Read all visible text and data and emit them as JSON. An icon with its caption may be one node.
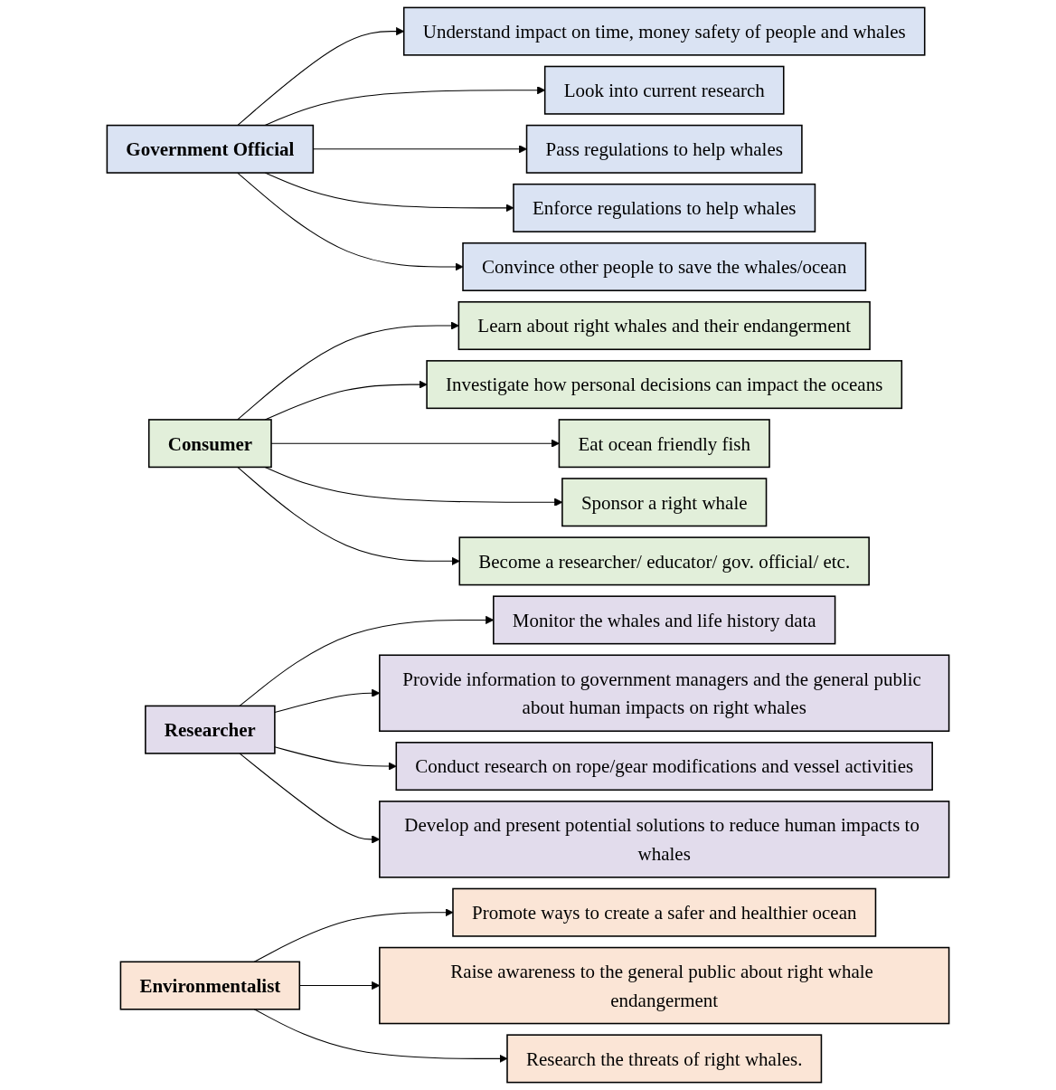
{
  "diagram": {
    "nodes": [
      {
        "text": [
          "Government Official"
        ]
      },
      {
        "text": [
          "Understand impact on time, money safety of people and whales"
        ]
      },
      {
        "text": [
          "Look into current research"
        ]
      },
      {
        "text": [
          "Pass regulations to help whales"
        ]
      },
      {
        "text": [
          "Enforce regulations to help whales"
        ]
      },
      {
        "text": [
          "Convince other people to save the whales/ocean"
        ]
      },
      {
        "text": [
          "Consumer"
        ]
      },
      {
        "text": [
          "Learn about right whales and their endangerment"
        ]
      },
      {
        "text": [
          "Investigate how personal decisions can impact the oceans"
        ]
      },
      {
        "text": [
          "Eat ocean friendly fish"
        ]
      },
      {
        "text": [
          "Sponsor a right whale"
        ]
      },
      {
        "text": [
          "Become a researcher/ educator/ gov. official/ etc."
        ]
      },
      {
        "text": [
          "Researcher"
        ]
      },
      {
        "text": [
          "Monitor the whales and life history data"
        ]
      },
      {
        "text": [
          "Provide information to government managers and the general public about human impacts on right whales"
        ]
      },
      {
        "text": [
          "Conduct research on rope/gear modifications and vessel activities"
        ]
      },
      {
        "text": [
          "Develop and present potential solutions to reduce human impacts to whales"
        ]
      },
      {
        "text": [
          "Environmentalist"
        ]
      },
      {
        "text": [
          "Promote ways to create a safer and healthier ocean"
        ]
      },
      {
        "text": [
          "Raise awareness to the general public about right whale endangerment"
        ]
      },
      {
        "text": [
          "Research the threats of right whales."
        ]
      }
    ],
    "edges": [
      {
        "from": 0,
        "to": 1,
        "arrow": "to"
      },
      {
        "from": 0,
        "to": 2,
        "arrow": "to"
      },
      {
        "from": 0,
        "to": 3,
        "arrow": "to"
      },
      {
        "from": 0,
        "to": 4,
        "arrow": "to"
      },
      {
        "from": 0,
        "to": 5,
        "arrow": "to"
      },
      {
        "from": 6,
        "to": 7,
        "arrow": "to"
      },
      {
        "from": 6,
        "to": 8,
        "arrow": "to"
      },
      {
        "from": 6,
        "to": 9,
        "arrow": "to"
      },
      {
        "from": 6,
        "to": 10,
        "arrow": "to"
      },
      {
        "from": 6,
        "to": 11,
        "arrow": "to"
      },
      {
        "from": 12,
        "to": 13,
        "arrow": "to"
      },
      {
        "from": 12,
        "to": 14,
        "arrow": "to"
      },
      {
        "from": 12,
        "to": 15,
        "arrow": "to"
      },
      {
        "from": 12,
        "to": 16,
        "arrow": "to"
      },
      {
        "from": 17,
        "to": 18,
        "arrow": "to"
      },
      {
        "from": 17,
        "to": 19,
        "arrow": "to"
      },
      {
        "from": 17,
        "to": 20,
        "arrow": "to"
      }
    ]
  }
}
